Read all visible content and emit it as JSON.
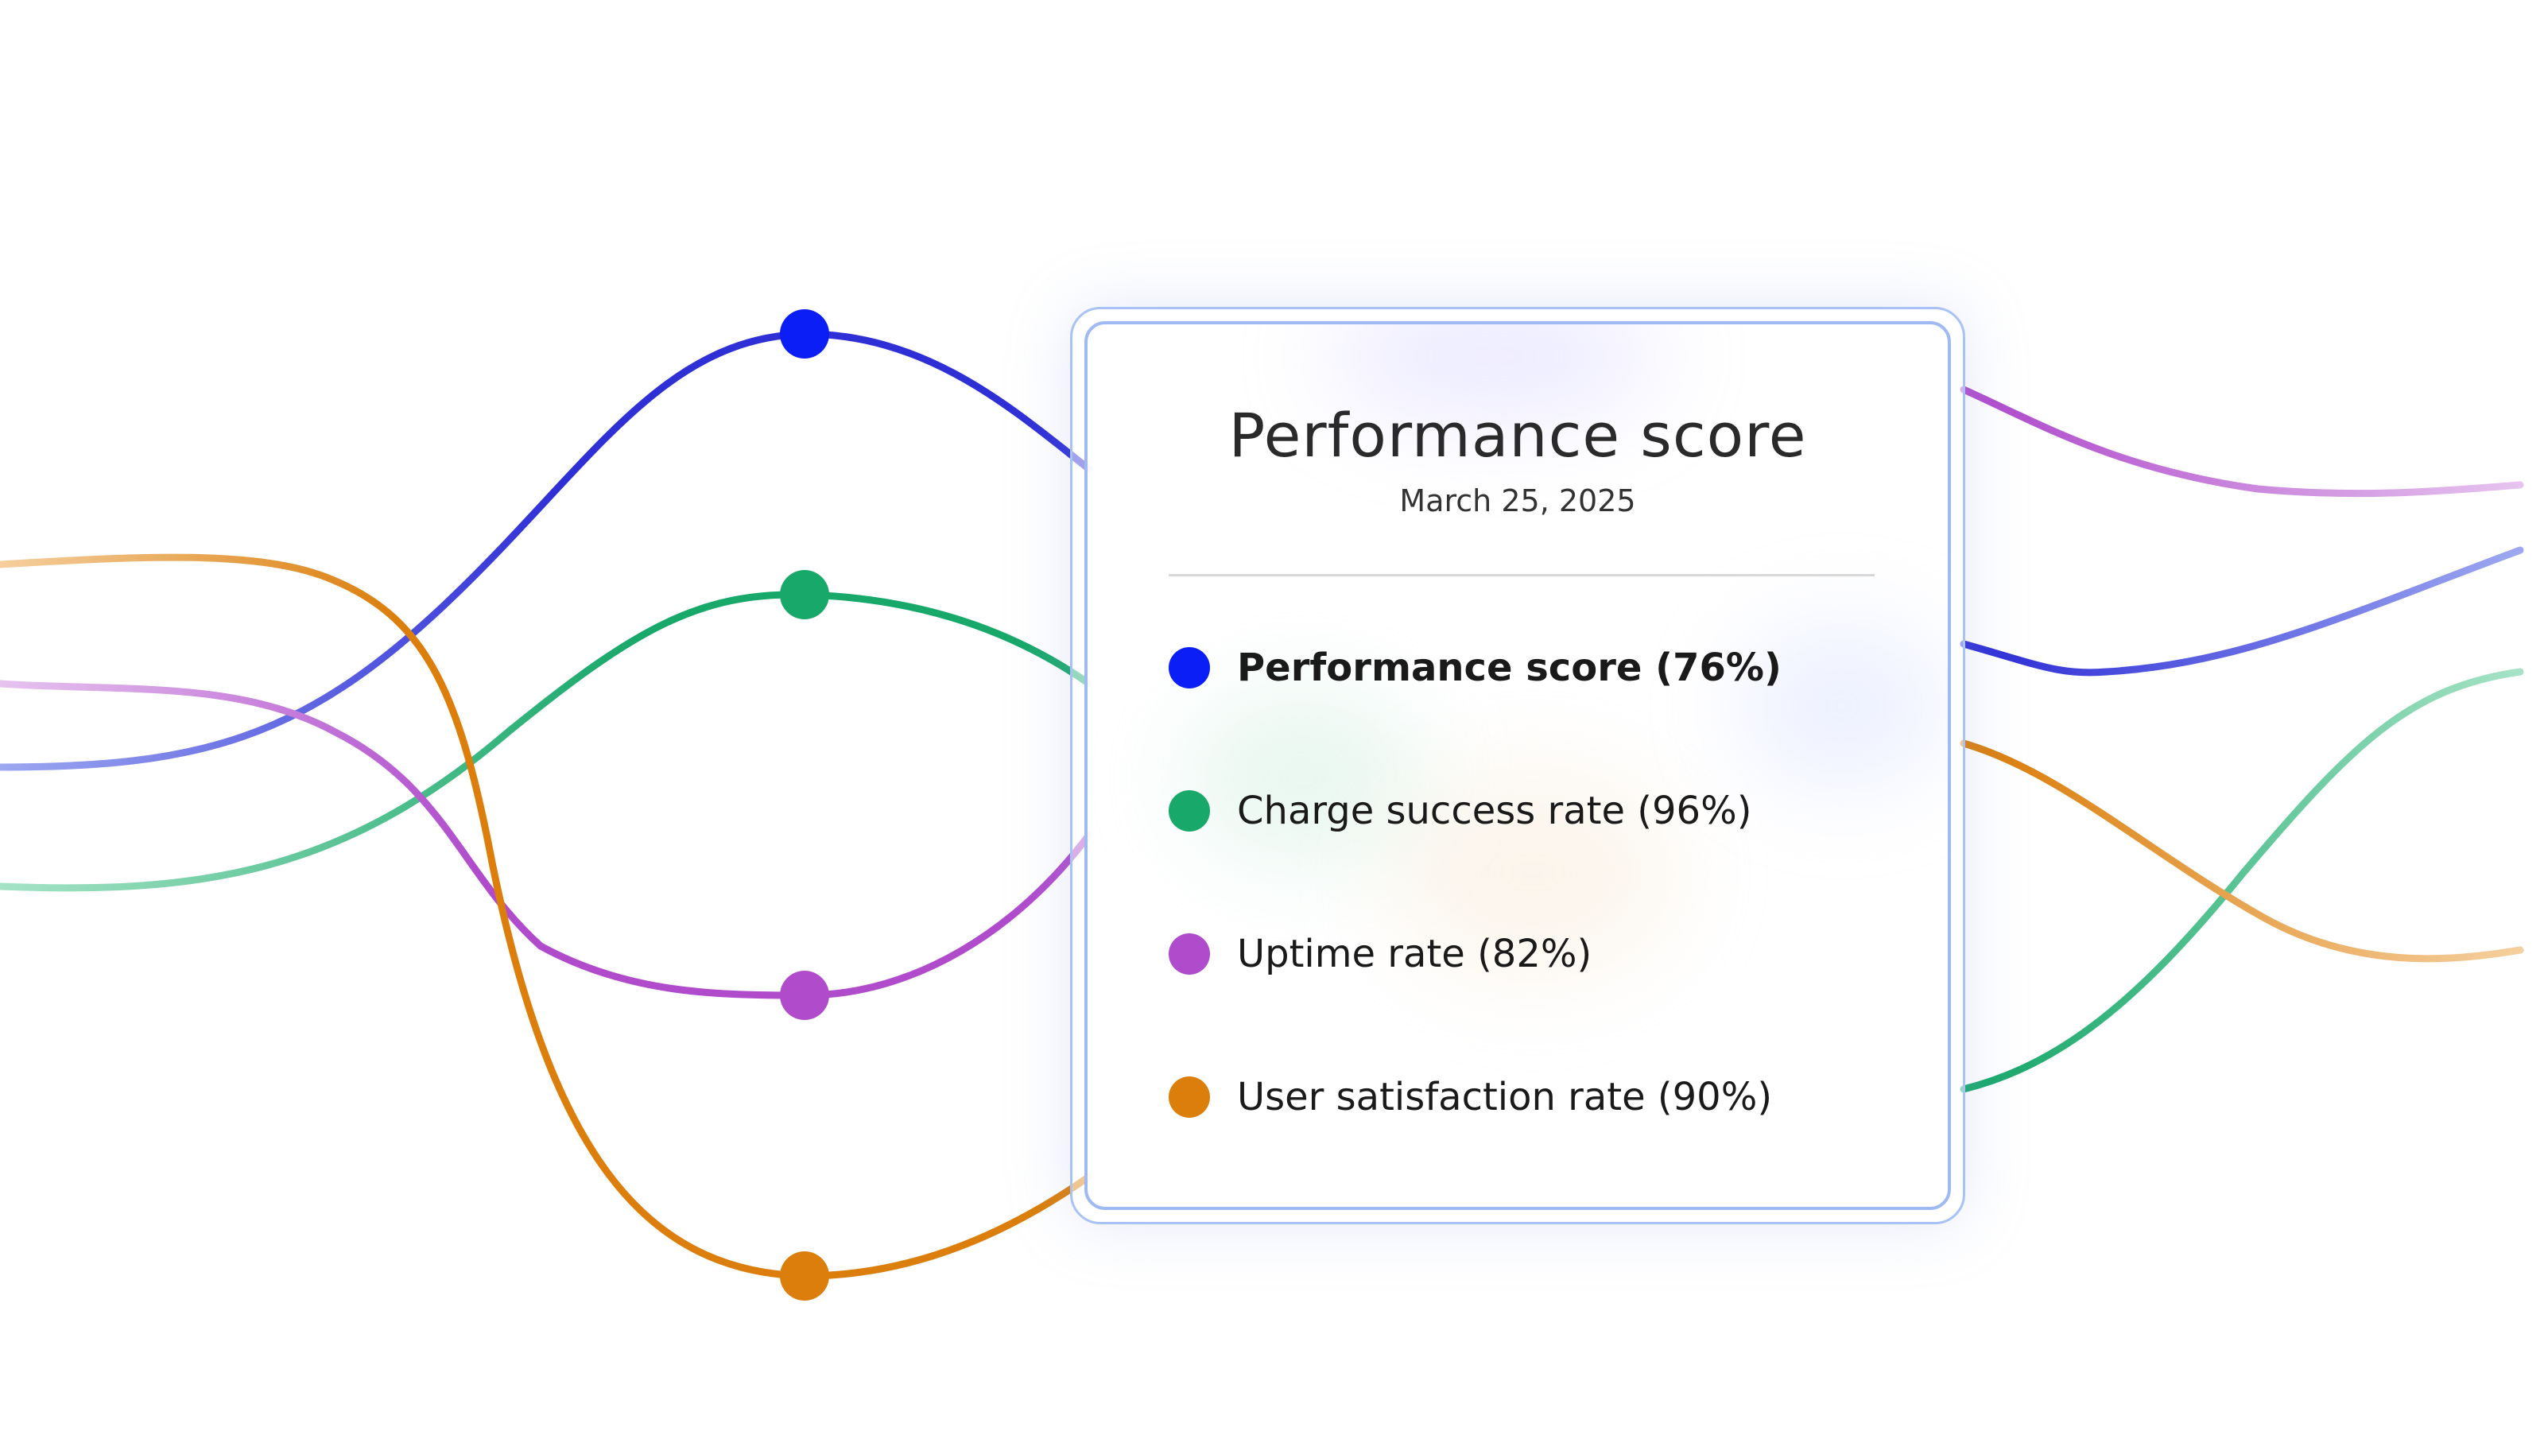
{
  "chart_data": {
    "type": "line",
    "title": "Performance score",
    "subtitle": "March 25, 2025",
    "series": [
      {
        "name": "Performance score",
        "percent": 76,
        "label": "Performance score (76%)",
        "color": "#0a1ef5",
        "line_color": "#2f2fd6",
        "fade_color": "#9da8f0",
        "emphasized": true
      },
      {
        "name": "Charge success rate",
        "percent": 96,
        "label": "Charge success rate (96%)",
        "color": "#18a86a",
        "line_color": "#18a86a",
        "fade_color": "#a6e3c6",
        "emphasized": false
      },
      {
        "name": "Uptime rate",
        "percent": 82,
        "label": "Uptime rate (82%)",
        "color": "#b04ccc",
        "line_color": "#b04ccc",
        "fade_color": "#e6c4ef",
        "emphasized": false
      },
      {
        "name": "User satisfaction rate",
        "percent": 90,
        "label": "User satisfaction rate (90%)",
        "color": "#db7e0c",
        "line_color": "#db7e0c",
        "fade_color": "#f5cf9e",
        "emphasized": false
      }
    ]
  }
}
